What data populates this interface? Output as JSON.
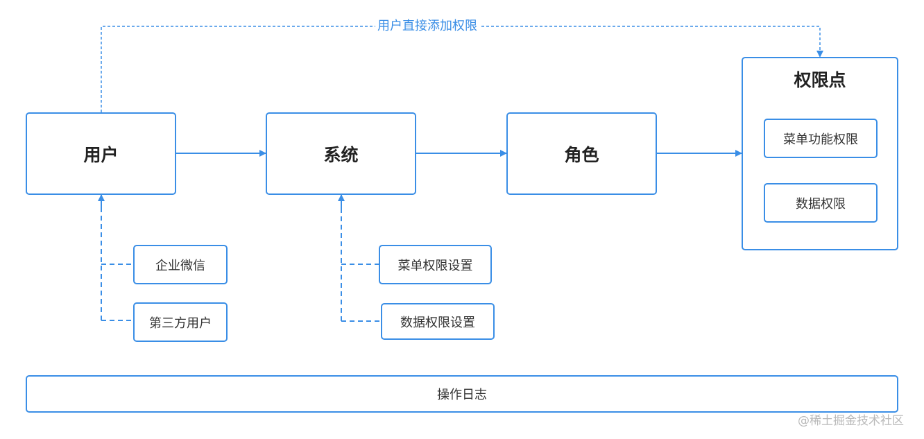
{
  "top_link": {
    "label": "用户直接添加权限"
  },
  "nodes": {
    "user": "用户",
    "system": "系统",
    "role": "角色"
  },
  "user_sources": [
    "企业微信",
    "第三方用户"
  ],
  "system_settings": [
    "菜单权限设置",
    "数据权限设置"
  ],
  "permission_points": {
    "title": "权限点",
    "items": [
      "菜单功能权限",
      "数据权限"
    ]
  },
  "operation_log": "操作日志",
  "watermark": "@稀土掘金技术社区",
  "colors": {
    "accent": "#3a8ee6",
    "text": "#333333",
    "watermark": "#b9b9b9"
  }
}
